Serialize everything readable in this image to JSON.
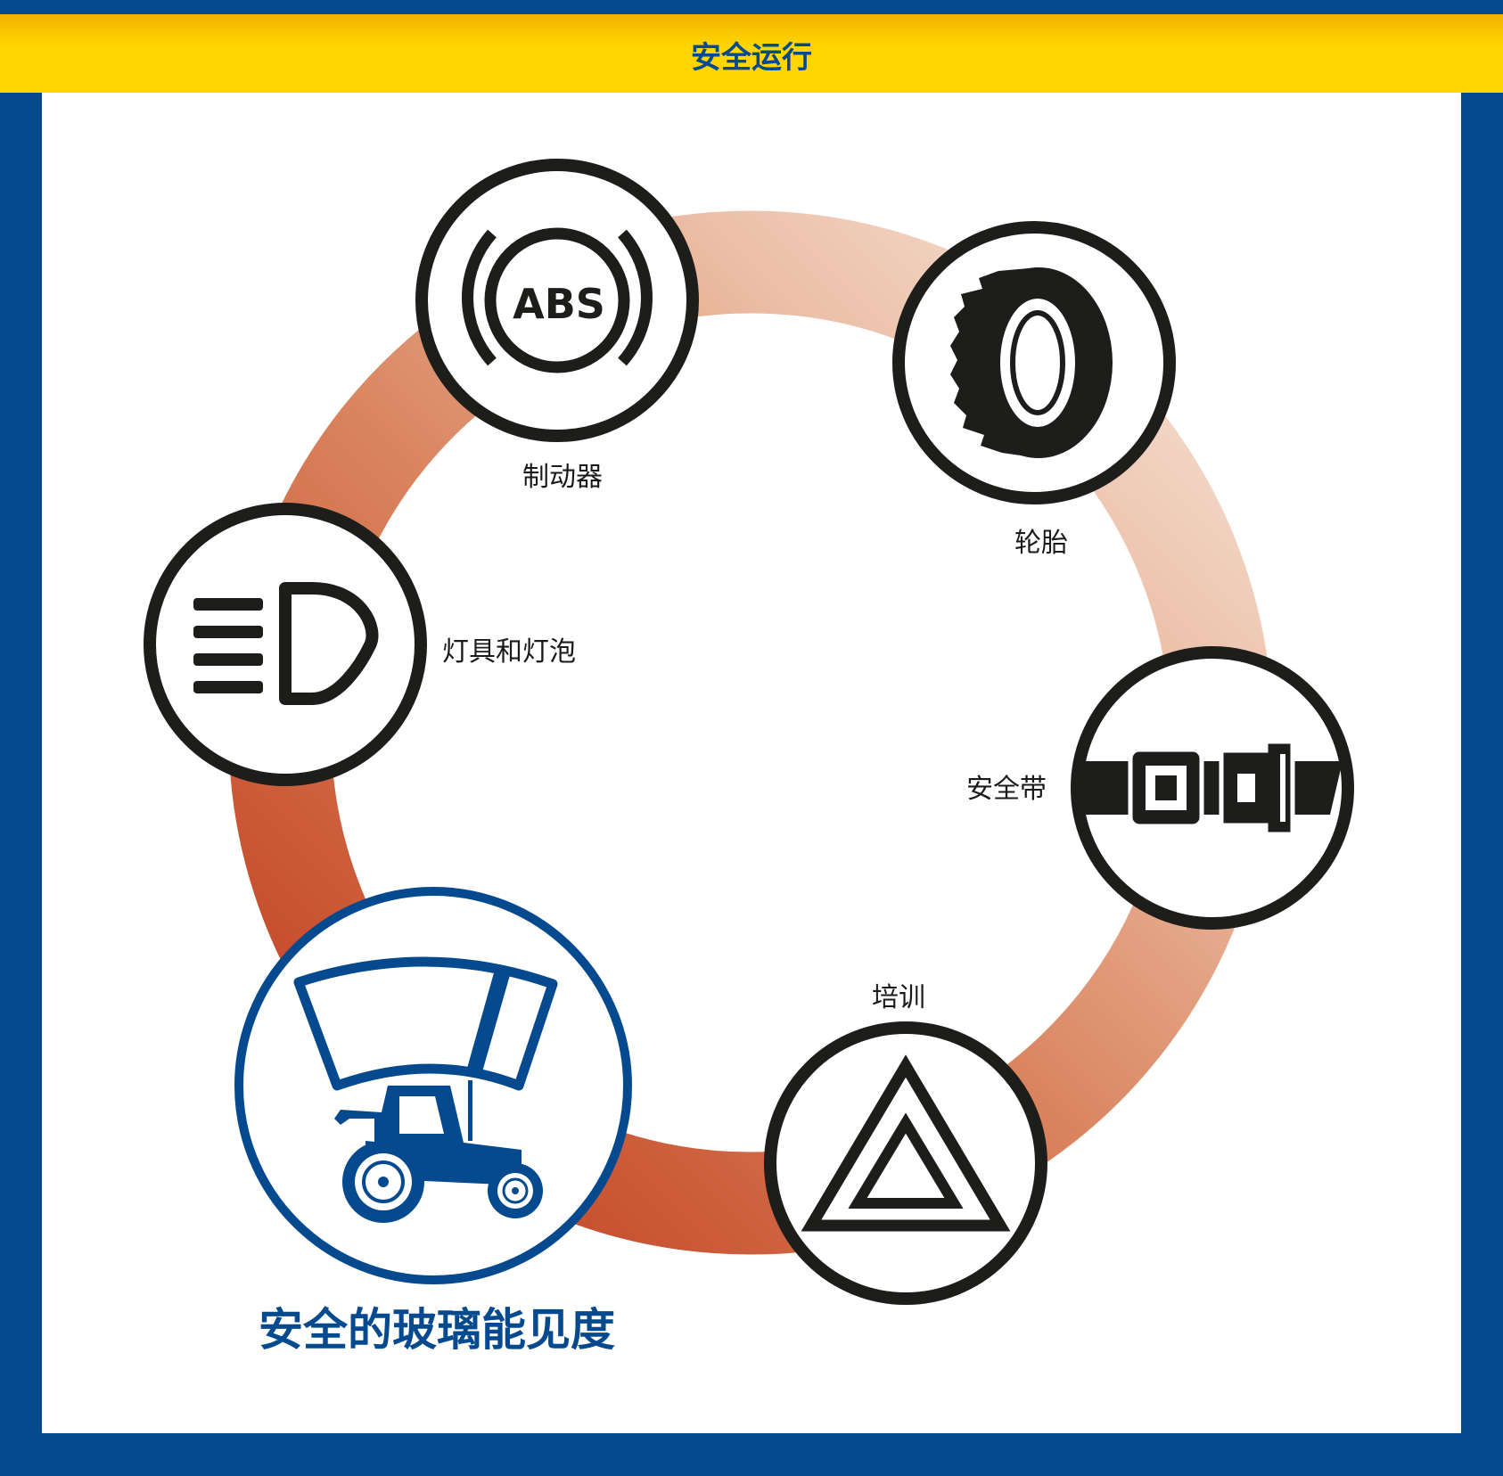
{
  "header": {
    "title": "安全运行"
  },
  "items": {
    "brakes": {
      "label": "制动器",
      "icon": "abs-brake-icon",
      "badge": "ABS"
    },
    "tyres": {
      "label": "轮胎",
      "icon": "tyre-icon"
    },
    "lights": {
      "label": "灯具和灯泡",
      "icon": "headlight-icon"
    },
    "seatbelt": {
      "label": "安全带",
      "icon": "seatbelt-buckle-icon"
    },
    "training": {
      "label": "培训",
      "icon": "hazard-triangle-icon"
    },
    "glass": {
      "label": "安全的玻璃能见度",
      "icon": "tractor-windscreen-icon"
    }
  },
  "colors": {
    "brand_blue": "#05498f",
    "brand_yellow": "#ffd600",
    "ring_dark": "#c0391b",
    "ring_light": "#f7e6dc",
    "icon_black": "#1d1d1b"
  }
}
